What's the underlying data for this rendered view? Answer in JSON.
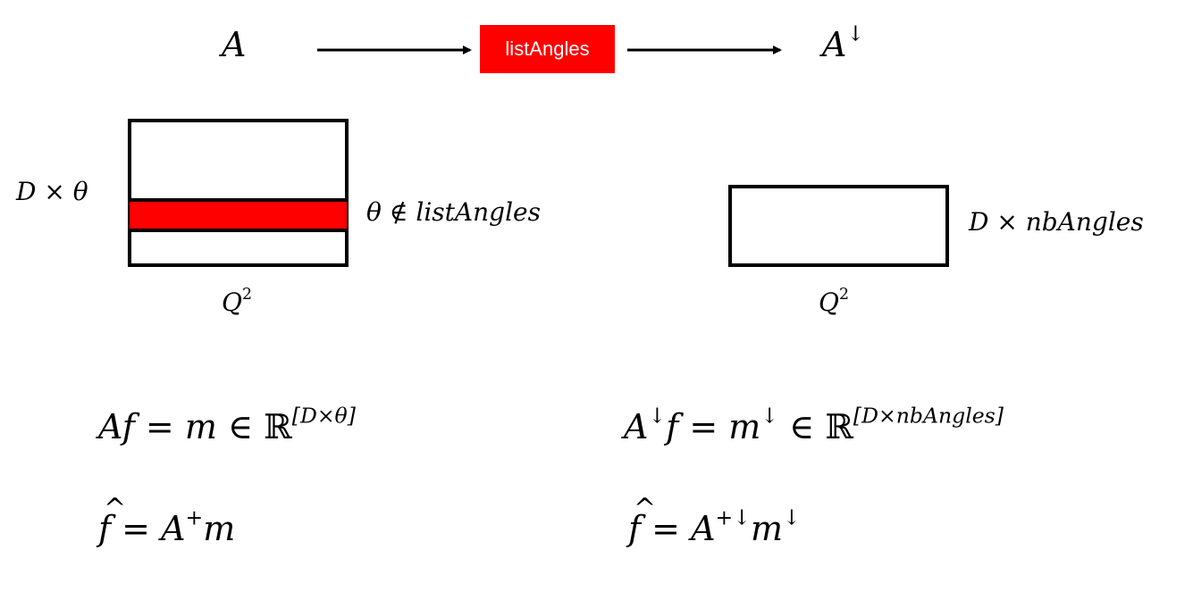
{
  "pipeline": {
    "input_label": "A",
    "operation_label": "listAngles",
    "output_base": "A",
    "output_sup": "↓"
  },
  "left_matrix": {
    "row_label": "D × θ",
    "band_note": "θ ∉ listAngles",
    "col_base": "Q",
    "col_sup": "2"
  },
  "right_matrix": {
    "row_label": "D × nbAngles",
    "col_base": "Q",
    "col_sup": "2"
  },
  "equations": {
    "left_forward": {
      "lhs": "Af = m ∈ ",
      "set": "ℝ",
      "sup": "[D×θ]"
    },
    "left_inverse": {
      "f": "f",
      "hat": "^",
      "rest": " = A",
      "plus": "+",
      "m": "m"
    },
    "right_forward": {
      "a": "A",
      "a_sup": "↓",
      "mid": "f = m",
      "m_sup": "↓",
      "in": " ∈ ",
      "set": "ℝ",
      "sup": "[D×nbAngles]"
    },
    "right_inverse": {
      "f": "f",
      "hat": "^",
      "rest": " = A",
      "a_sup": "+↓",
      "m": "m",
      "m_sup": "↓"
    }
  },
  "colors": {
    "accent": "#ff0000",
    "stroke": "#000000"
  }
}
